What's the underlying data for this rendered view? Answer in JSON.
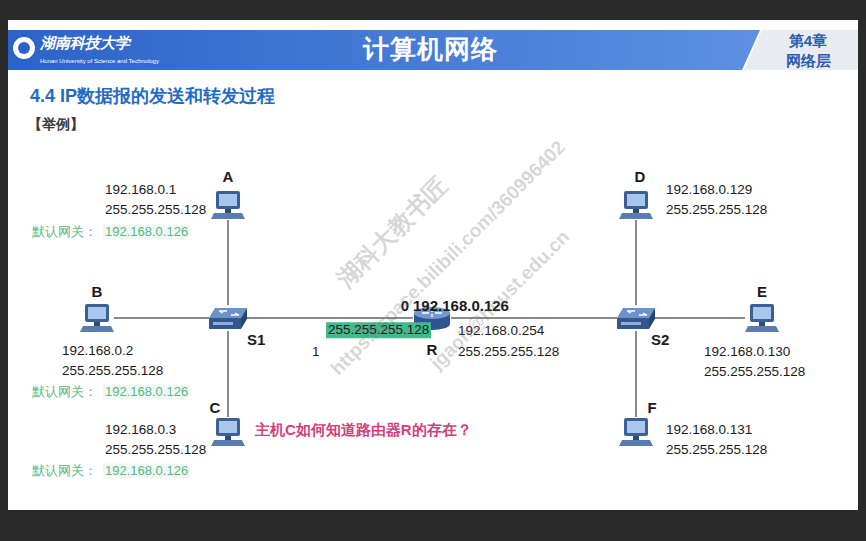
{
  "diagram": {
    "title": "计算机网络",
    "nodes": [
      {
        "text": [
          "A",
          "192.168.0.1",
          "255.255.255.128",
          "默认网关：",
          "192.168.0.126"
        ]
      },
      {
        "text": [
          "D",
          "192.168.0.129",
          "255.255.255.128"
        ]
      },
      {
        "text": [
          "B",
          "192.168.0.2",
          "255.255.255.128",
          "默认网关：",
          "192.168.0.126"
        ]
      },
      {
        "text": [
          "S1"
        ]
      },
      {
        "text": [
          "R",
          "0",
          "192.168.0.126",
          "255.255.255.128",
          "1",
          "192.168.0.254",
          "255.255.255.128"
        ]
      },
      {
        "text": [
          "S2"
        ]
      },
      {
        "text": [
          "E",
          "192.168.0.130",
          "255.255.255.128"
        ]
      },
      {
        "text": [
          "C",
          "192.168.0.3",
          "255.255.255.128",
          "默认网关：",
          "192.168.0.126"
        ]
      },
      {
        "text": [
          "F",
          "192.168.0.131",
          "255.255.255.128"
        ]
      }
    ],
    "edges": [
      {
        "from": 0,
        "to": 3,
        "arrow": "none"
      },
      {
        "from": 2,
        "to": 3,
        "arrow": "none"
      },
      {
        "from": 7,
        "to": 3,
        "arrow": "none"
      },
      {
        "from": 3,
        "to": 4,
        "arrow": "none"
      },
      {
        "from": 4,
        "to": 5,
        "arrow": "none"
      },
      {
        "from": 5,
        "to": 1,
        "arrow": "none"
      },
      {
        "from": 5,
        "to": 6,
        "arrow": "none"
      },
      {
        "from": 5,
        "to": 8,
        "arrow": "none"
      }
    ],
    "labels": [
      "湖南科技大学",
      "Hunan University of Science and Technology",
      "第4章",
      "网络层",
      "4.4 IP数据报的发送和转发过程",
      "【举例】",
      "主机C如何知道路由器R的存在？",
      "湖科大教书匠",
      "https://space.bilibili.com/360996402",
      "jgaoh@hnust.edu.cn"
    ]
  }
}
